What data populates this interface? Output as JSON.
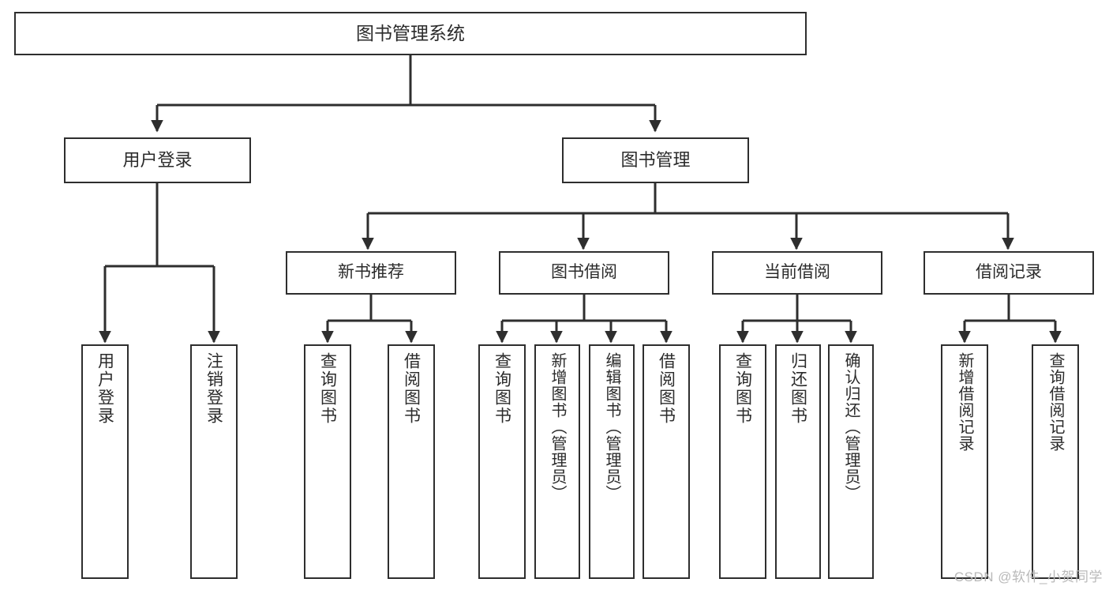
{
  "diagram": {
    "title": "图书管理系统",
    "type": "tree",
    "watermark": "CSDN @软件_小贺同学",
    "colors": {
      "stroke": "#2e2e2e",
      "fill": "#ffffff",
      "text": "#2b2b2b",
      "watermark": "#b9b9b9"
    },
    "nodes": {
      "root": {
        "label": "图书管理系统"
      },
      "level2": [
        {
          "id": "user-login",
          "label": "用户登录"
        },
        {
          "id": "book-manage",
          "label": "图书管理"
        }
      ],
      "level3": [
        {
          "id": "new-book-recommend",
          "label": "新书推荐"
        },
        {
          "id": "book-borrow",
          "label": "图书借阅"
        },
        {
          "id": "current-borrow",
          "label": "当前借阅"
        },
        {
          "id": "borrow-record",
          "label": "借阅记录"
        }
      ],
      "leaves": [
        {
          "id": "leaf-user-login",
          "label": "用户登录",
          "parent": "user-login"
        },
        {
          "id": "leaf-logout",
          "label": "注销登录",
          "parent": "user-login"
        },
        {
          "id": "leaf-query-book-1",
          "label": "查询图书",
          "parent": "new-book-recommend"
        },
        {
          "id": "leaf-borrow-book-1",
          "label": "借阅图书",
          "parent": "new-book-recommend"
        },
        {
          "id": "leaf-query-book-2",
          "label": "查询图书",
          "parent": "book-borrow"
        },
        {
          "id": "leaf-add-book",
          "label": "新增图书（管理员）",
          "parent": "book-borrow"
        },
        {
          "id": "leaf-edit-book",
          "label": "编辑图书（管理员）",
          "parent": "book-borrow"
        },
        {
          "id": "leaf-borrow-book-2",
          "label": "借阅图书",
          "parent": "book-borrow"
        },
        {
          "id": "leaf-query-book-3",
          "label": "查询图书",
          "parent": "current-borrow"
        },
        {
          "id": "leaf-return-book",
          "label": "归还图书",
          "parent": "current-borrow"
        },
        {
          "id": "leaf-confirm-return",
          "label": "确认归还（管理员）",
          "parent": "current-borrow"
        },
        {
          "id": "leaf-add-record",
          "label": "新增借阅记录",
          "parent": "borrow-record"
        },
        {
          "id": "leaf-query-record",
          "label": "查询借阅记录",
          "parent": "borrow-record"
        }
      ]
    }
  }
}
